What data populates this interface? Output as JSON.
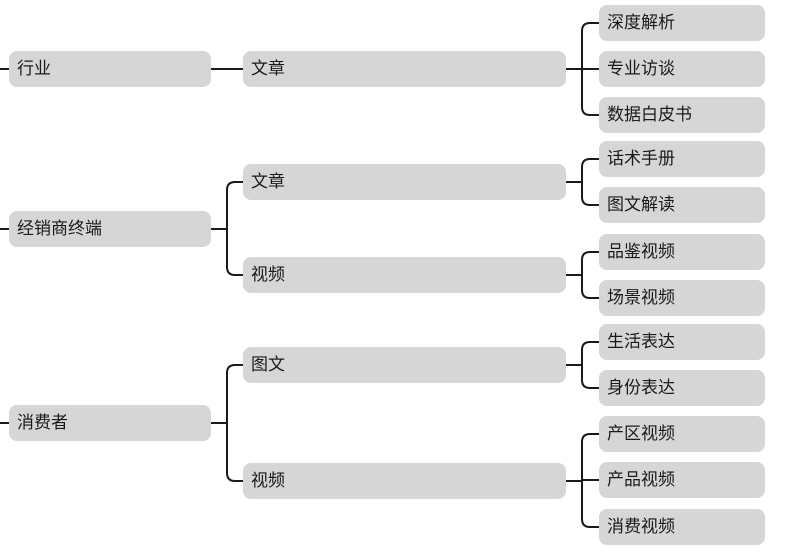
{
  "tree": [
    {
      "label": "行业",
      "children": [
        {
          "label": "文章",
          "children": [
            "深度解析",
            "专业访谈",
            "数据白皮书"
          ]
        }
      ]
    },
    {
      "label": "经销商终端",
      "children": [
        {
          "label": "文章",
          "children": [
            "话术手册",
            "图文解读"
          ]
        },
        {
          "label": "视频",
          "children": [
            "品鉴视频",
            "场景视频"
          ]
        }
      ]
    },
    {
      "label": "消费者",
      "children": [
        {
          "label": "图文",
          "children": [
            "生活表达",
            "身份表达"
          ]
        },
        {
          "label": "视频",
          "children": [
            "产区视频",
            "产品视频",
            "消费视频"
          ]
        }
      ]
    }
  ],
  "colors": {
    "node_fill": "#d6d6d6",
    "connector": "#1a1a1a",
    "text": "#1a1a1a"
  }
}
